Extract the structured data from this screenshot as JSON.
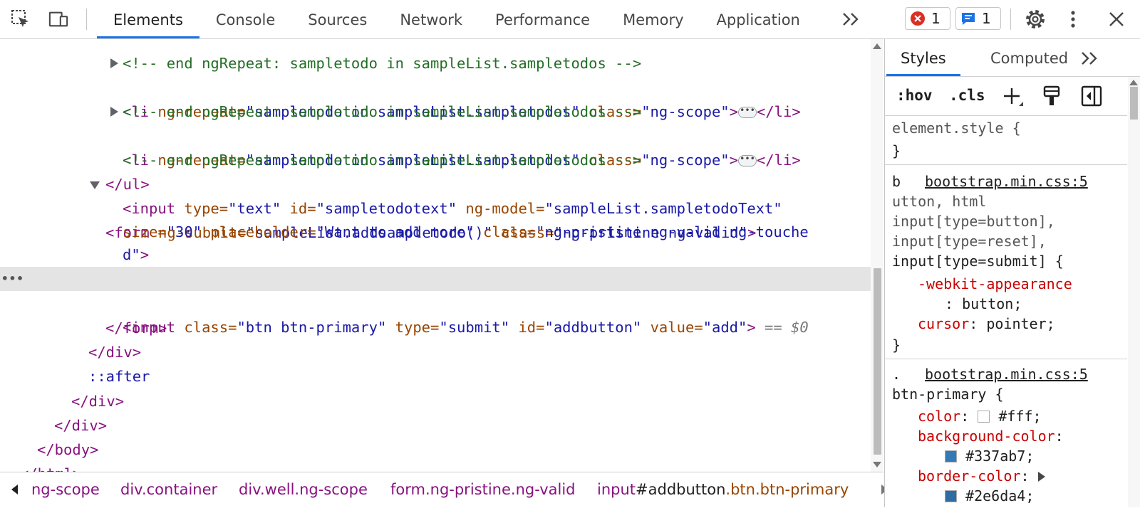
{
  "toolbar": {
    "tabs": [
      "Elements",
      "Console",
      "Sources",
      "Network",
      "Performance",
      "Memory",
      "Application"
    ],
    "active_tab": "Elements",
    "error_count": "1",
    "message_count": "1",
    "icons": [
      "inspect-element-icon",
      "device-toolbar-icon",
      "more-tabs-icon",
      "error-icon",
      "message-icon",
      "settings-gear-icon",
      "kebab-menu-icon",
      "close-icon"
    ]
  },
  "dom": {
    "line0": "<!-- end ngRepeat: sampletodo in sampleList.sampletodos -->",
    "li1": {
      "tag_open": "<li",
      "attr1": " ng-repeat=",
      "val1": "\"sampletodo in sampleList.sampletodos\"",
      "attr2": " class=",
      "val2": "\"ng-scope\"",
      "gt": ">",
      "close": "</li>"
    },
    "comment1": "<!-- end ngRepeat: sampletodo in sampleList.sampletodos -->",
    "li2": {
      "tag_open": "<li",
      "attr1": " ng-repeat=",
      "val1": "\"sampletodo in sampleList.sampletodos\"",
      "attr2": " class=",
      "val2": "\"ng-scope\"",
      "gt": ">",
      "close": "</li>"
    },
    "comment2": "<!-- end ngRepeat: sampletodo in sampleList.sampletodos -->",
    "ul_close": "</ul>",
    "form": {
      "open": "<form",
      "a1": " ng-submit=",
      "v1": "\"sampleList.addsampletodo()\"",
      "a2": " class=",
      "v2": "\"ng-pristine ng-valid\"",
      "gt": ">"
    },
    "input1": {
      "open": "<input",
      "a1": " type=",
      "v1": "\"text\"",
      "a2": " id=",
      "v2": "\"sampletodotext\"",
      "a3": " ng-model=",
      "v3": "\"sampleList.sampletodoText\"",
      "a4": "size=",
      "v4": "\"30\"",
      "a5": " placeholder=",
      "v5": "\"Want to add more\"",
      "a6": " class=",
      "v6": "\"ng-pristine ng-valid ng-touche",
      "v6b": "d\"",
      "gt": ">"
    },
    "input2": {
      "open": "<input",
      "a1": " class=",
      "v1": "\"btn btn-primary\"",
      "a2": " type=",
      "v2": "\"submit\"",
      "a3": " id=",
      "v3": "\"addbutton\"",
      "a4": " value=",
      "v4": "\"add\"",
      "gt": ">",
      "marker": " == $0"
    },
    "form_close": "</form>",
    "div_close1": "</div>",
    "after": "::after",
    "div_close2": "</div>",
    "div_close3": "</div>",
    "body_close": "</body>",
    "html_close": "</html>",
    "row_dots": "•••"
  },
  "breadcrumb": {
    "c1": "ng-scope",
    "c2": "div.container",
    "c3": "div.well.ng-scope",
    "c4": "form.ng-pristine.ng-valid",
    "c5_tag": "input",
    "c5_id": "#addbutton",
    "c5_cls": ".btn.btn-primary"
  },
  "styles": {
    "tabs": [
      "Styles",
      "Computed"
    ],
    "hov": ":hov",
    "cls": ".cls",
    "rule0": {
      "sel": "element.style {",
      "end": "}"
    },
    "rule1": {
      "sel_a": "b",
      "source": "bootstrap.min.css:5",
      "sel_b": "utton, html",
      "sel_c": "input[type=button],",
      "sel_d": "input[type=reset],",
      "sel_e": "input[type=submit] {",
      "p1": "-webkit-appearance",
      "v1": ": button;",
      "p2": "cursor",
      "v2": ": pointer;",
      "end": "}"
    },
    "rule2": {
      "sel_a": ".",
      "source": "bootstrap.min.css:5",
      "sel_b": "btn-primary {",
      "p1": "color",
      "v1": "#fff;",
      "c1": "#ffffff",
      "p2": "background-color",
      "v2": "#337ab7;",
      "c2": "#337ab7",
      "p3": "border-color",
      "v3": "#2e6da4;",
      "c3": "#2e6da4"
    }
  },
  "colors": {
    "accent": "#1a73e8",
    "tag": "#881280",
    "attr": "#994500",
    "value": "#1a1aa6",
    "comment": "#236e25"
  }
}
